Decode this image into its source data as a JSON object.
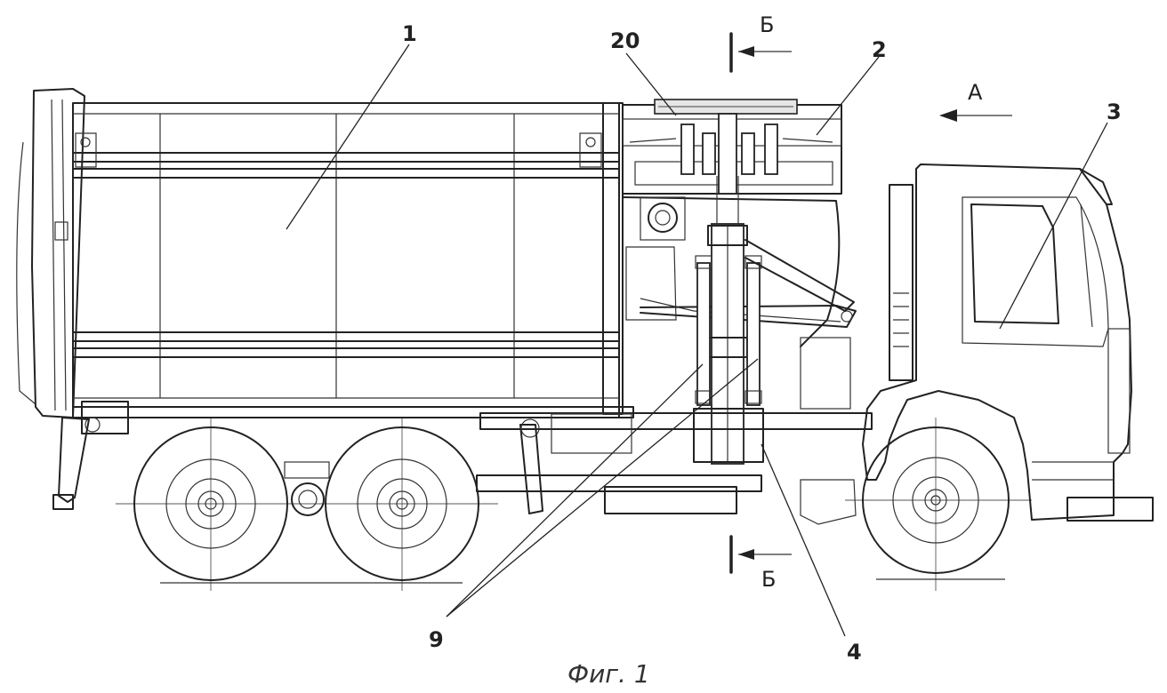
{
  "figure": {
    "caption": "Фиг. 1",
    "callouts": {
      "body": "1",
      "loader_head": "2",
      "cab": "3",
      "mast": "4",
      "cylinders": "9",
      "gripper": "20"
    },
    "section_marks": {
      "top": "Б",
      "bottom": "Б"
    },
    "view_marker": "А"
  }
}
